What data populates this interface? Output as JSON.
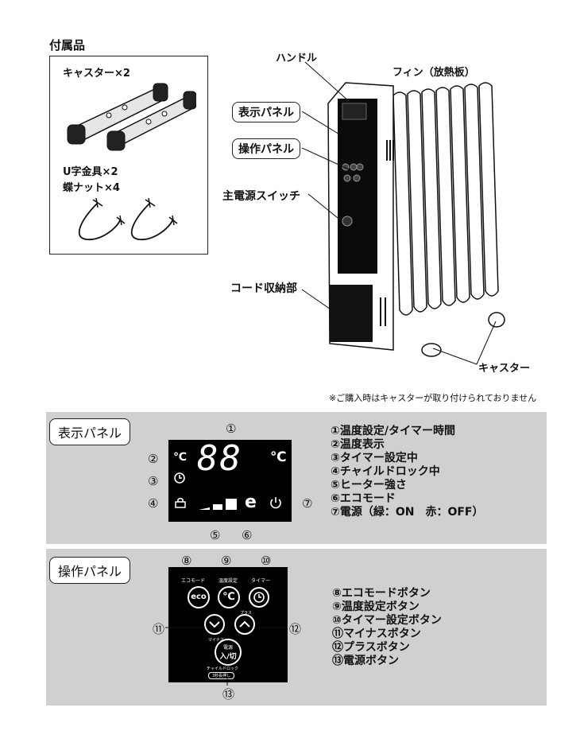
{
  "accessories": {
    "title": "付属品",
    "caster": "キャスター×2",
    "u_bracket": "U字金具×2",
    "wing_nut": "蝶ナット×4"
  },
  "heater_labels": {
    "handle": "ハンドル",
    "fins": "フィン（放熱板）",
    "display_panel": "表示パネル",
    "control_panel": "操作パネル",
    "main_switch": "主電源スイッチ",
    "cord_storage": "コード収納部",
    "casters": "キャスター"
  },
  "note": "※ご購入時はキャスターが取り付けられておりません",
  "display_section": {
    "label": "表示パネル",
    "markers": [
      "①",
      "②",
      "③",
      "④",
      "⑤",
      "⑥",
      "⑦"
    ],
    "lcd": {
      "digits": "88",
      "unit": "℃",
      "small_unit": "℃",
      "eco": "e"
    },
    "items": [
      "①温度設定/タイマー時間",
      "②温度表示",
      "③タイマー設定中",
      "④チャイルドロック中",
      "⑤ヒーター強さ",
      "⑥エコモード",
      "⑦電源（緑：ON　赤：OFF）"
    ]
  },
  "control_section": {
    "label": "操作パネル",
    "markers": [
      "⑧",
      "⑨",
      "⑩",
      "⑪",
      "⑫",
      "⑬"
    ],
    "buttons": {
      "eco_caption": "エコモード",
      "temp_caption": "温度設定",
      "timer_caption": "タイマー",
      "eco": "eco",
      "temp": "℃",
      "minus_caption": "マイナス",
      "plus_caption": "プラス",
      "power_top": "電源",
      "power_bottom": "入/切",
      "lock_caption": "チャイルドロック",
      "lock_key": "3秒長押し"
    },
    "items": [
      "⑧エコモードボタン",
      "⑨温度設定ボタン",
      "⑩タイマー設定ボタン",
      "⑪マイナスボタン",
      "⑫プラスボタン",
      "⑬電源ボタン"
    ]
  }
}
